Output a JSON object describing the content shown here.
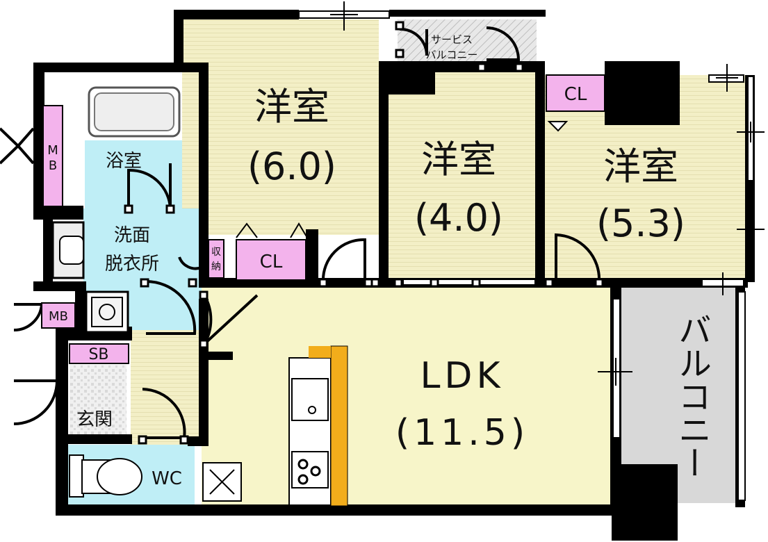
{
  "rooms": {
    "western1": {
      "name": "洋室",
      "size": "(6.0)"
    },
    "western2": {
      "name": "洋室",
      "size": "(4.0)"
    },
    "western3": {
      "name": "洋室",
      "size": "(5.3)"
    },
    "ldk": {
      "name": "LDK",
      "size": "(11.5)"
    },
    "bath": "浴室",
    "washroom_line1": "洗面",
    "washroom_line2": "脱衣所",
    "entrance": "玄関",
    "wc": "WC",
    "balcony": "バルコニー",
    "service_balcony_line1": "サービス",
    "service_balcony_line2": "バルコニー"
  },
  "storage": {
    "cl_top": "CL",
    "cl_middle": "CL",
    "storage_line1": "収",
    "storage_line2": "納",
    "mb_top_1": "M",
    "mb_top_2": "B",
    "mb_side": "MB",
    "sb": "SB"
  },
  "colors": {
    "wall": "#000000",
    "western_floor": "#f3efc6",
    "ldk_floor": "#f7f5c9",
    "wet_area": "#bfeef6",
    "storage_pink": "#f3b3ec",
    "balcony_gray": "#d8d8d8",
    "counter_orange": "#f2ad1b"
  }
}
